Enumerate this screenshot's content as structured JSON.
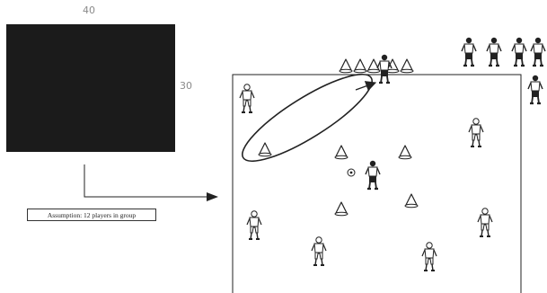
{
  "labels": {
    "width": "40",
    "height": "30",
    "assumption": "Assumption: 12 players in group"
  },
  "colors": {
    "area_fill": "#1b1b1b",
    "line": "#222222",
    "dim_text": "#8a8a8a"
  }
}
